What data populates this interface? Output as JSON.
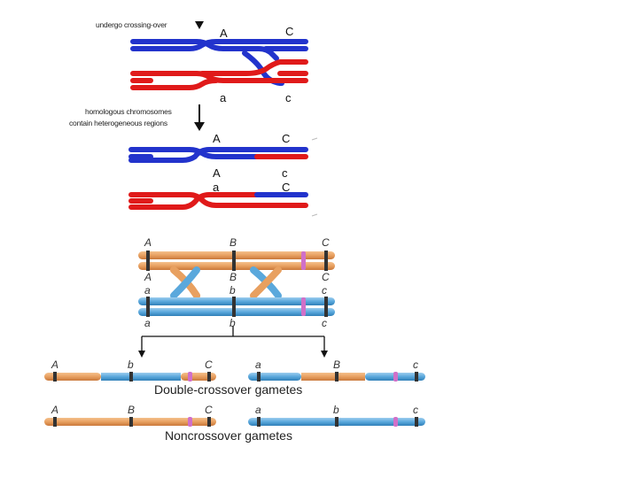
{
  "top_panel": {
    "caption_crossing": "undergo crossing-over",
    "caption_homologous_line1": "homologous chromosomes",
    "caption_homologous_line2": "contain heterogeneous regions",
    "before": {
      "upper_A": "A",
      "upper_C": "C",
      "lower_a": "a",
      "lower_c": "c"
    },
    "after": {
      "row1_A": "A",
      "row1_C": "C",
      "row2_A": "A",
      "row2_c": "c",
      "row3_a": "a",
      "row3_C": "C"
    },
    "colors": {
      "blue": "#2233cc",
      "red": "#e01a1a"
    }
  },
  "bottom_panel": {
    "top_labels": {
      "A1": "A",
      "B1": "B",
      "C1": "C",
      "A2": "A",
      "B2": "B",
      "C2": "C",
      "a1": "a",
      "b1": "b",
      "c1": "c",
      "a2": "a",
      "b2": "b",
      "c2": "c"
    },
    "double_gametes": {
      "left": {
        "A": "A",
        "b": "b",
        "C": "C"
      },
      "right": {
        "a": "a",
        "B": "B",
        "c": "c"
      }
    },
    "non_gametes": {
      "left": {
        "A": "A",
        "B": "B",
        "C": "C"
      },
      "right": {
        "a": "a",
        "b": "b",
        "c": "c"
      }
    },
    "double_caption": "Double-crossover gametes",
    "non_caption": "Noncrossover gametes",
    "colors": {
      "orange": "#e8a060",
      "blue": "#5aa8dc",
      "band": "#333333",
      "centromere": "#d070c8"
    }
  }
}
